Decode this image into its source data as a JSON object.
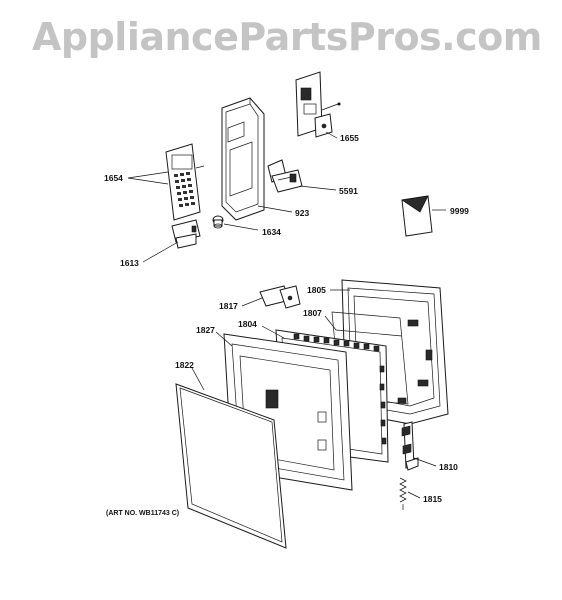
{
  "watermark": "AppliancePartsPros.com",
  "art_number": "(ART NO. WB11743 C)",
  "callouts": {
    "p1655": "1655",
    "p1654": "1654",
    "p5591": "5591",
    "p923": "923",
    "p9999": "9999",
    "p1634": "1634",
    "p1613": "1613",
    "p1805": "1805",
    "p1817": "1817",
    "p1807": "1807",
    "p1827": "1827",
    "p1804": "1804",
    "p1822": "1822",
    "p1810": "1810",
    "p1815": "1815"
  }
}
